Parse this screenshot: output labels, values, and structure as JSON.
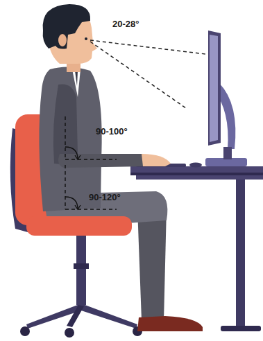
{
  "diagram": {
    "labels": [
      "20-28°",
      "90-100°",
      "90-120°"
    ]
  }
}
